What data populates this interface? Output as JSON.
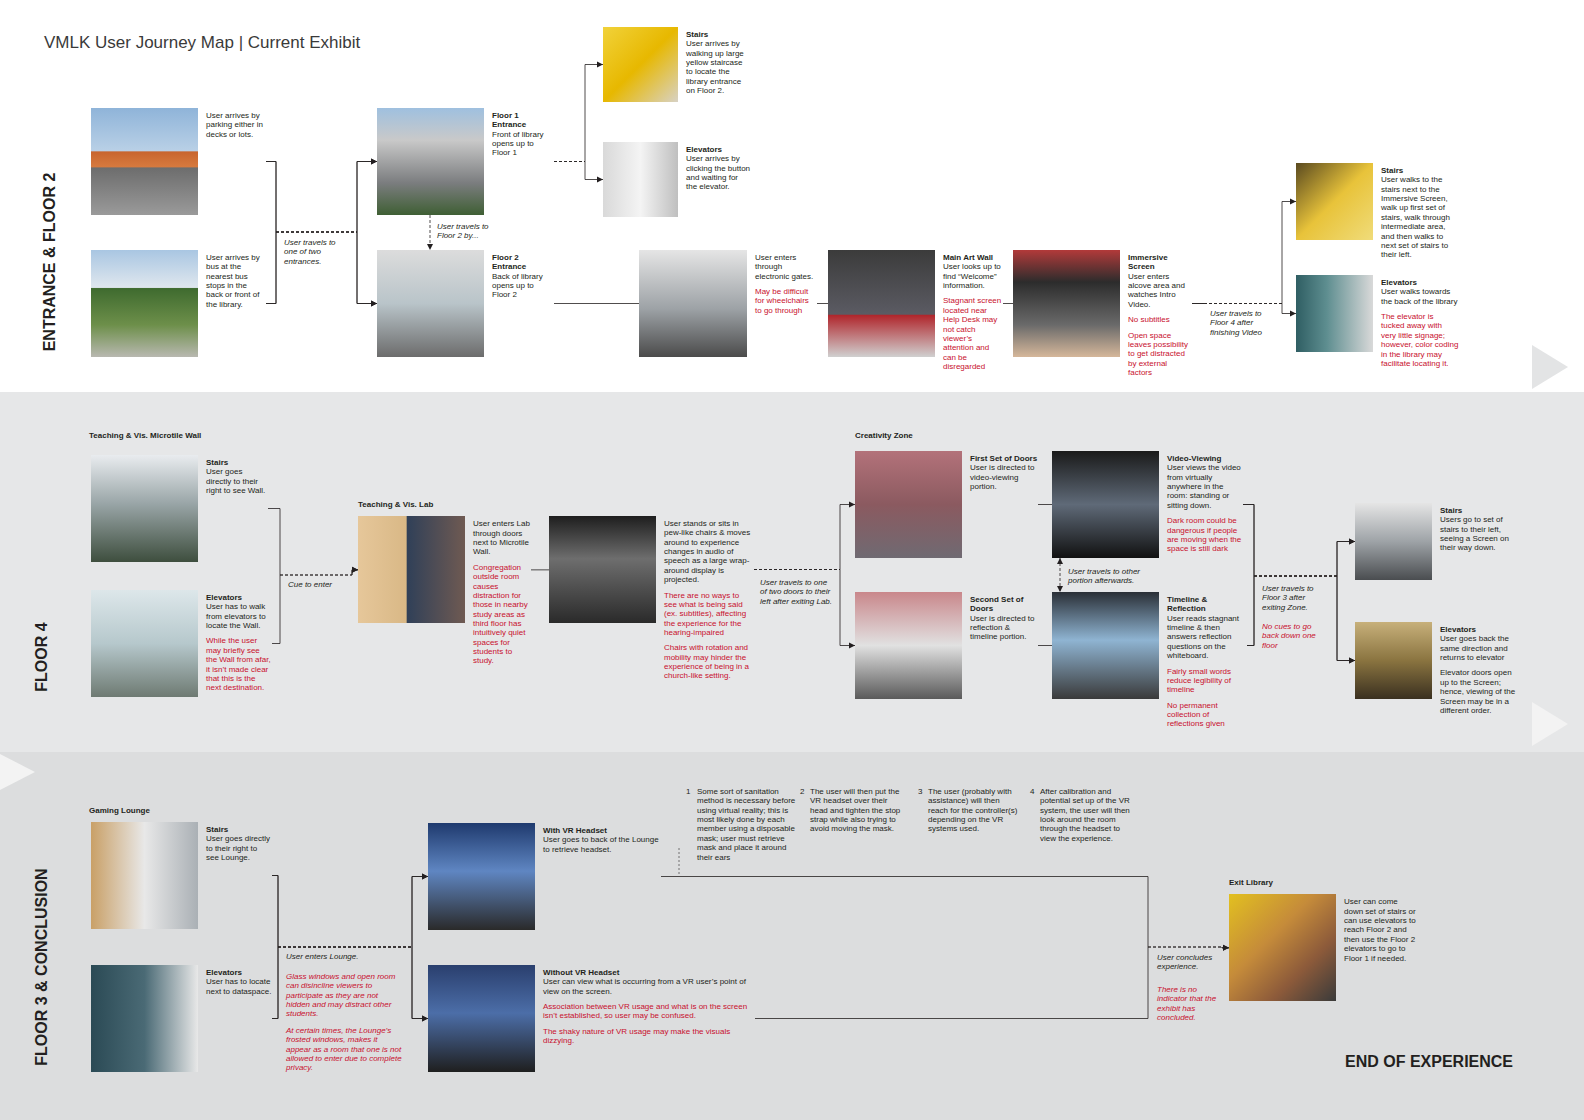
{
  "diagram": {
    "title": "VMLK User Journey Map | Current Exhibit",
    "nodes": [
      {
        "text": [
          "ENTRANCE & FLOOR 2"
        ]
      },
      {
        "text": [
          "User arrives by parking either in decks or lots."
        ],
        "in": 0
      },
      {
        "text": [
          "User arrives by bus at the nearest bus stops in the back or front of the library."
        ],
        "in": 0
      },
      {
        "text": [
          "Floor 1 Entrance",
          "Front of library opens up to Floor 1"
        ],
        "in": 0
      },
      {
        "text": [
          "Floor 2 Entrance",
          "Back of library opens up to Floor 2"
        ],
        "in": 0
      },
      {
        "text": [
          "Stairs",
          "User arrives by walking up large yellow staircase to locate the library entrance on Floor 2."
        ],
        "in": 0
      },
      {
        "text": [
          "Elevators",
          "User arrives by clicking the button and waiting for the elevator."
        ],
        "in": 0
      },
      {
        "text": [
          "User enters through electronic gates.",
          "May be difficult for wheelchairs to go through"
        ],
        "in": 0
      },
      {
        "text": [
          "Main Art Wall",
          "User looks up to find “Welcome” information.",
          "Stagnant screen located near Help Desk may not catch viewer’s attention and can be disregarded"
        ],
        "in": 0
      },
      {
        "text": [
          "Immersive Screen",
          "User enters alcove area and watches Intro Video.",
          "No subtitles",
          "Open space leaves possibility to get distracted by external factors"
        ],
        "in": 0
      },
      {
        "text": [
          "Stairs",
          "User walks to the stairs next to the Immersive Screen, walk up first set of stairs, walk through intermediate area, and then walks to next set of stairs to their left."
        ],
        "in": 0
      },
      {
        "text": [
          "Elevators",
          "User walks towards the back of the library",
          "The elevator is tucked away with very little signage; however, color coding in the library may facilitate locating it."
        ],
        "in": 0
      },
      {
        "text": [
          "FLOOR 4"
        ]
      },
      {
        "text": [
          "Stairs",
          "User goes directly to their right to see Wall."
        ],
        "in": 12
      },
      {
        "text": [
          "Elevators",
          "User has to walk from elevators to locate the Wall.",
          "While the user may briefly see the Wall from afar, it isn’t made clear that this is the next destination."
        ],
        "in": 12
      },
      {
        "text": [
          "Teaching & Vis. Lab",
          "User enters Lab through doors next to Microtile Wall.",
          "Congregation outside room causes distraction for those in nearby study areas as third floor has intuitively quiet spaces for students to study."
        ],
        "in": 12
      },
      {
        "text": [
          "User stands or sits in pew-like chairs & moves around to experience changes in audio of speech as a large wrap-around display is projected.",
          "There are no ways to see what is being said (ex. subtitles), affecting the experience for the hearing-impaired",
          "Chairs with rotation and mobility may hinder the experience of being in a church-like setting."
        ],
        "in": 12
      },
      {
        "text": [
          "First Set of Doors",
          "User is directed to video-viewing portion."
        ],
        "in": 12
      },
      {
        "text": [
          "Second Set of Doors",
          "User is directed to reflection & timeline portion."
        ],
        "in": 12
      },
      {
        "text": [
          "Video-Viewing",
          "User views the video from virtually anywhere in the room: standing or sitting down.",
          "Dark room could be dangerous if people are moving when the space is still dark"
        ],
        "in": 12
      },
      {
        "text": [
          "Timeline & Reflection",
          "User reads stagnant timeline & then answers reflection questions on the whiteboard.",
          "Fairly small words reduce legibility of timeline",
          "No permanent collection of reflections given"
        ],
        "in": 12
      },
      {
        "text": [
          "Stairs",
          "Users go to set of stairs to their left, seeing a Screen on their way down."
        ],
        "in": 12
      },
      {
        "text": [
          "Elevators",
          "User goes back the same direction and returns to elevator",
          "Elevator doors open up to the Screen; hence, viewing of the Screen may be in a different order."
        ],
        "in": 12
      },
      {
        "text": [
          "FLOOR 3 & CONCLUSION"
        ]
      },
      {
        "text": [
          "Stairs",
          "User goes directly to their right to see Lounge."
        ],
        "in": 23
      },
      {
        "text": [
          "Elevators",
          "User has to locate next to dataspace."
        ],
        "in": 23
      },
      {
        "text": [
          "With VR Headset",
          "User goes to back of the Lounge to retrieve headset."
        ],
        "in": 23
      },
      {
        "text": [
          "Without VR Headset",
          "User can view what is occurring from a VR user’s point of view on the screen.",
          "Association between VR usage and what is on the screen isn’t established, so user may be confused.",
          "The shaky nature of VR usage may make the visuals dizzying."
        ],
        "in": 23
      },
      {
        "text": [
          "Exit Library",
          "User can come down set of stairs or can use elevators to reach Floor 2 and then use the Floor 2 elevators to go to Floor 1 if needed."
        ],
        "in": 23
      }
    ],
    "edges": [
      {
        "from": 1,
        "to": 3,
        "label": "User travels to one of two entrances.",
        "arrow": "to"
      },
      {
        "from": 1,
        "to": 4,
        "arrow": "to"
      },
      {
        "from": 2,
        "to": 3,
        "arrow": "to"
      },
      {
        "from": 2,
        "to": 4,
        "arrow": "to"
      },
      {
        "from": 3,
        "to": 4,
        "label": "User travels to Floor 2 by...",
        "arrow": "to"
      },
      {
        "from": 3,
        "to": 5,
        "arrow": "to"
      },
      {
        "from": 3,
        "to": 6,
        "arrow": "to"
      },
      {
        "from": 4,
        "to": 7,
        "arrow": "none"
      },
      {
        "from": 7,
        "to": 8,
        "arrow": "none"
      },
      {
        "from": 8,
        "to": 9,
        "arrow": "none"
      },
      {
        "from": 9,
        "to": 10,
        "label": "User travels to Floor 4 after finishing Video",
        "arrow": "to"
      },
      {
        "from": 9,
        "to": 11,
        "arrow": "to"
      },
      {
        "from": 13,
        "to": 15,
        "label": "Cue to enter",
        "arrow": "to"
      },
      {
        "from": 14,
        "to": 15,
        "arrow": "to"
      },
      {
        "from": 15,
        "to": 16,
        "arrow": "none"
      },
      {
        "from": 16,
        "to": 17,
        "label": "User travels to one of two doors to their left after exiting Lab.",
        "arrow": "to"
      },
      {
        "from": 16,
        "to": 18,
        "arrow": "to"
      },
      {
        "from": 17,
        "to": 19,
        "arrow": "none"
      },
      {
        "from": 18,
        "to": 20,
        "arrow": "none"
      },
      {
        "from": 19,
        "to": 20,
        "label": "User travels to other portion afterwards.",
        "arrow": "both"
      },
      {
        "from": 19,
        "to": 21,
        "label": "User travels to Floor 3 after exiting Zone.",
        "arrow": "to"
      },
      {
        "from": 19,
        "to": 22,
        "arrow": "to"
      },
      {
        "from": 20,
        "to": 21,
        "arrow": "to"
      },
      {
        "from": 20,
        "to": 22,
        "arrow": "to"
      },
      {
        "from": 24,
        "to": 26,
        "label": "User enters Lounge.",
        "arrow": "to"
      },
      {
        "from": 24,
        "to": 27,
        "arrow": "to"
      },
      {
        "from": 25,
        "to": 26,
        "arrow": "to"
      },
      {
        "from": 25,
        "to": 27,
        "arrow": "to"
      },
      {
        "from": 26,
        "to": 28,
        "label": "User concludes experience.",
        "arrow": "to"
      },
      {
        "from": 27,
        "to": 28,
        "arrow": "to"
      }
    ],
    "labels": [
      "Teaching & Vis. Microtile Wall",
      "Creativity Zone",
      "No cues to go back down one floor",
      "Gaming Lounge",
      "Glass windows and open room can disincline viewers to participate as they are not hidden and may distract other students.",
      "At certain times, the Lounge’s frosted windows, makes it appear as a room that one is not allowed to enter due to complete privacy.",
      "1",
      "Some sort of sanitation method is necessary before using virtual reality; this is most likely done by each member using a disposable mask; user must retrieve mask and place it around their ears",
      "2",
      "The user will then put the VR headset over their head and tighten the stop strap while also trying to avoid moving the mask.",
      "3",
      "The user (probably with assistance) will then reach for the controller(s) depending on the VR systems used.",
      "4",
      "After calibration and potential set up of the VR system, the user will then look around the room through the headset to view the experience.",
      "There is no indicator that the exhibit has concluded.",
      "END OF EXPERIENCE"
    ]
  }
}
